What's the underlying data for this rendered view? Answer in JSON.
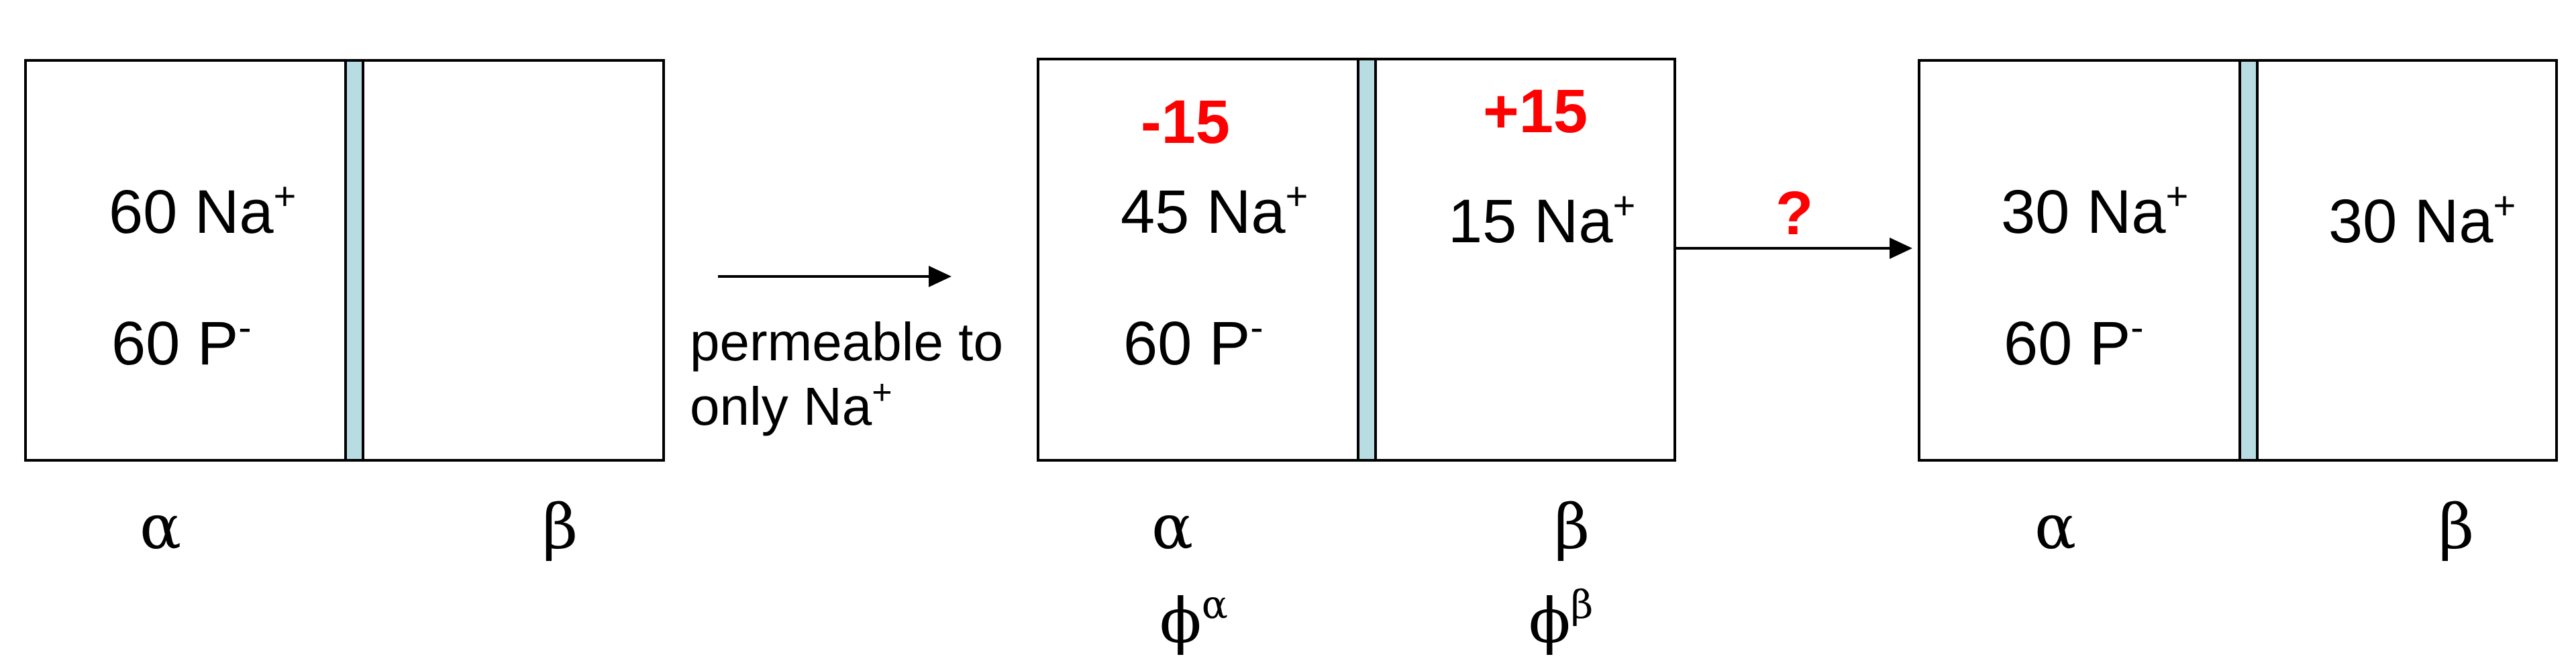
{
  "colors": {
    "membrane": "#b7dde3",
    "change": "#ff0000",
    "ink": "#000000"
  },
  "panel1": {
    "alpha_ion": "60 Na",
    "alpha_ion_charge": "+",
    "alpha_anion": "60 P",
    "alpha_anion_charge": "-",
    "alpha_label": "α",
    "beta_label": "β"
  },
  "transition1": {
    "line1_text": "permeable to",
    "line2_text": "only Na",
    "line2_charge": "+"
  },
  "panel2": {
    "alpha_change": "-15",
    "beta_change": "+15",
    "alpha_ion": "45 Na",
    "alpha_ion_charge": "+",
    "alpha_anion": "60 P",
    "alpha_anion_charge": "-",
    "beta_ion": "15 Na",
    "beta_ion_charge": "+",
    "alpha_label": "α",
    "beta_label": "β",
    "alpha_potential": "ϕ",
    "alpha_potential_sup": "α",
    "beta_potential": "ϕ",
    "beta_potential_sup": "β"
  },
  "transition2": {
    "question": "?"
  },
  "panel3": {
    "alpha_ion": "30 Na",
    "alpha_ion_charge": "+",
    "alpha_anion": "60 P",
    "alpha_anion_charge": "-",
    "beta_ion": "30 Na",
    "beta_ion_charge": "+",
    "alpha_label": "α",
    "beta_label": "β"
  }
}
